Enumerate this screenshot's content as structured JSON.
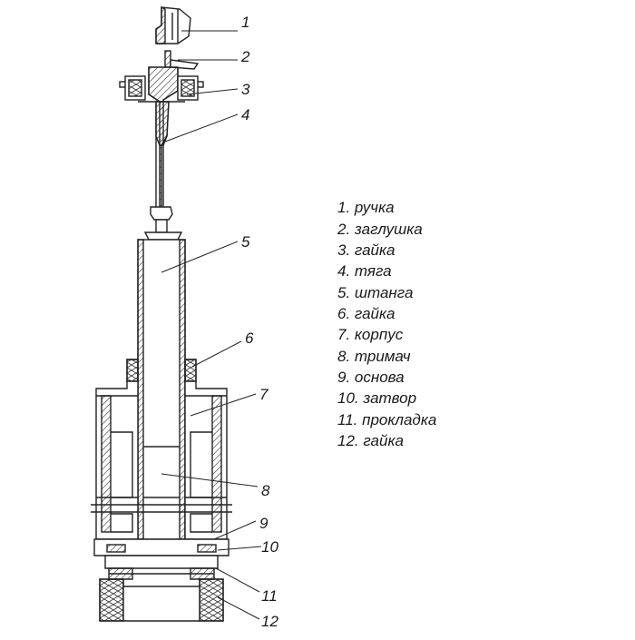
{
  "callouts": [
    "1",
    "2",
    "3",
    "4",
    "5",
    "6",
    "7",
    "8",
    "9",
    "10",
    "11",
    "12"
  ],
  "legend": [
    "1. ручка",
    "2. заглушка",
    "3. гайка",
    "4. тяга",
    "5. штанга",
    "6. гайка",
    "7. корпус",
    "8. тримач",
    "9. основа",
    "10. затвор",
    "11. прокладка",
    "12. гайка"
  ]
}
